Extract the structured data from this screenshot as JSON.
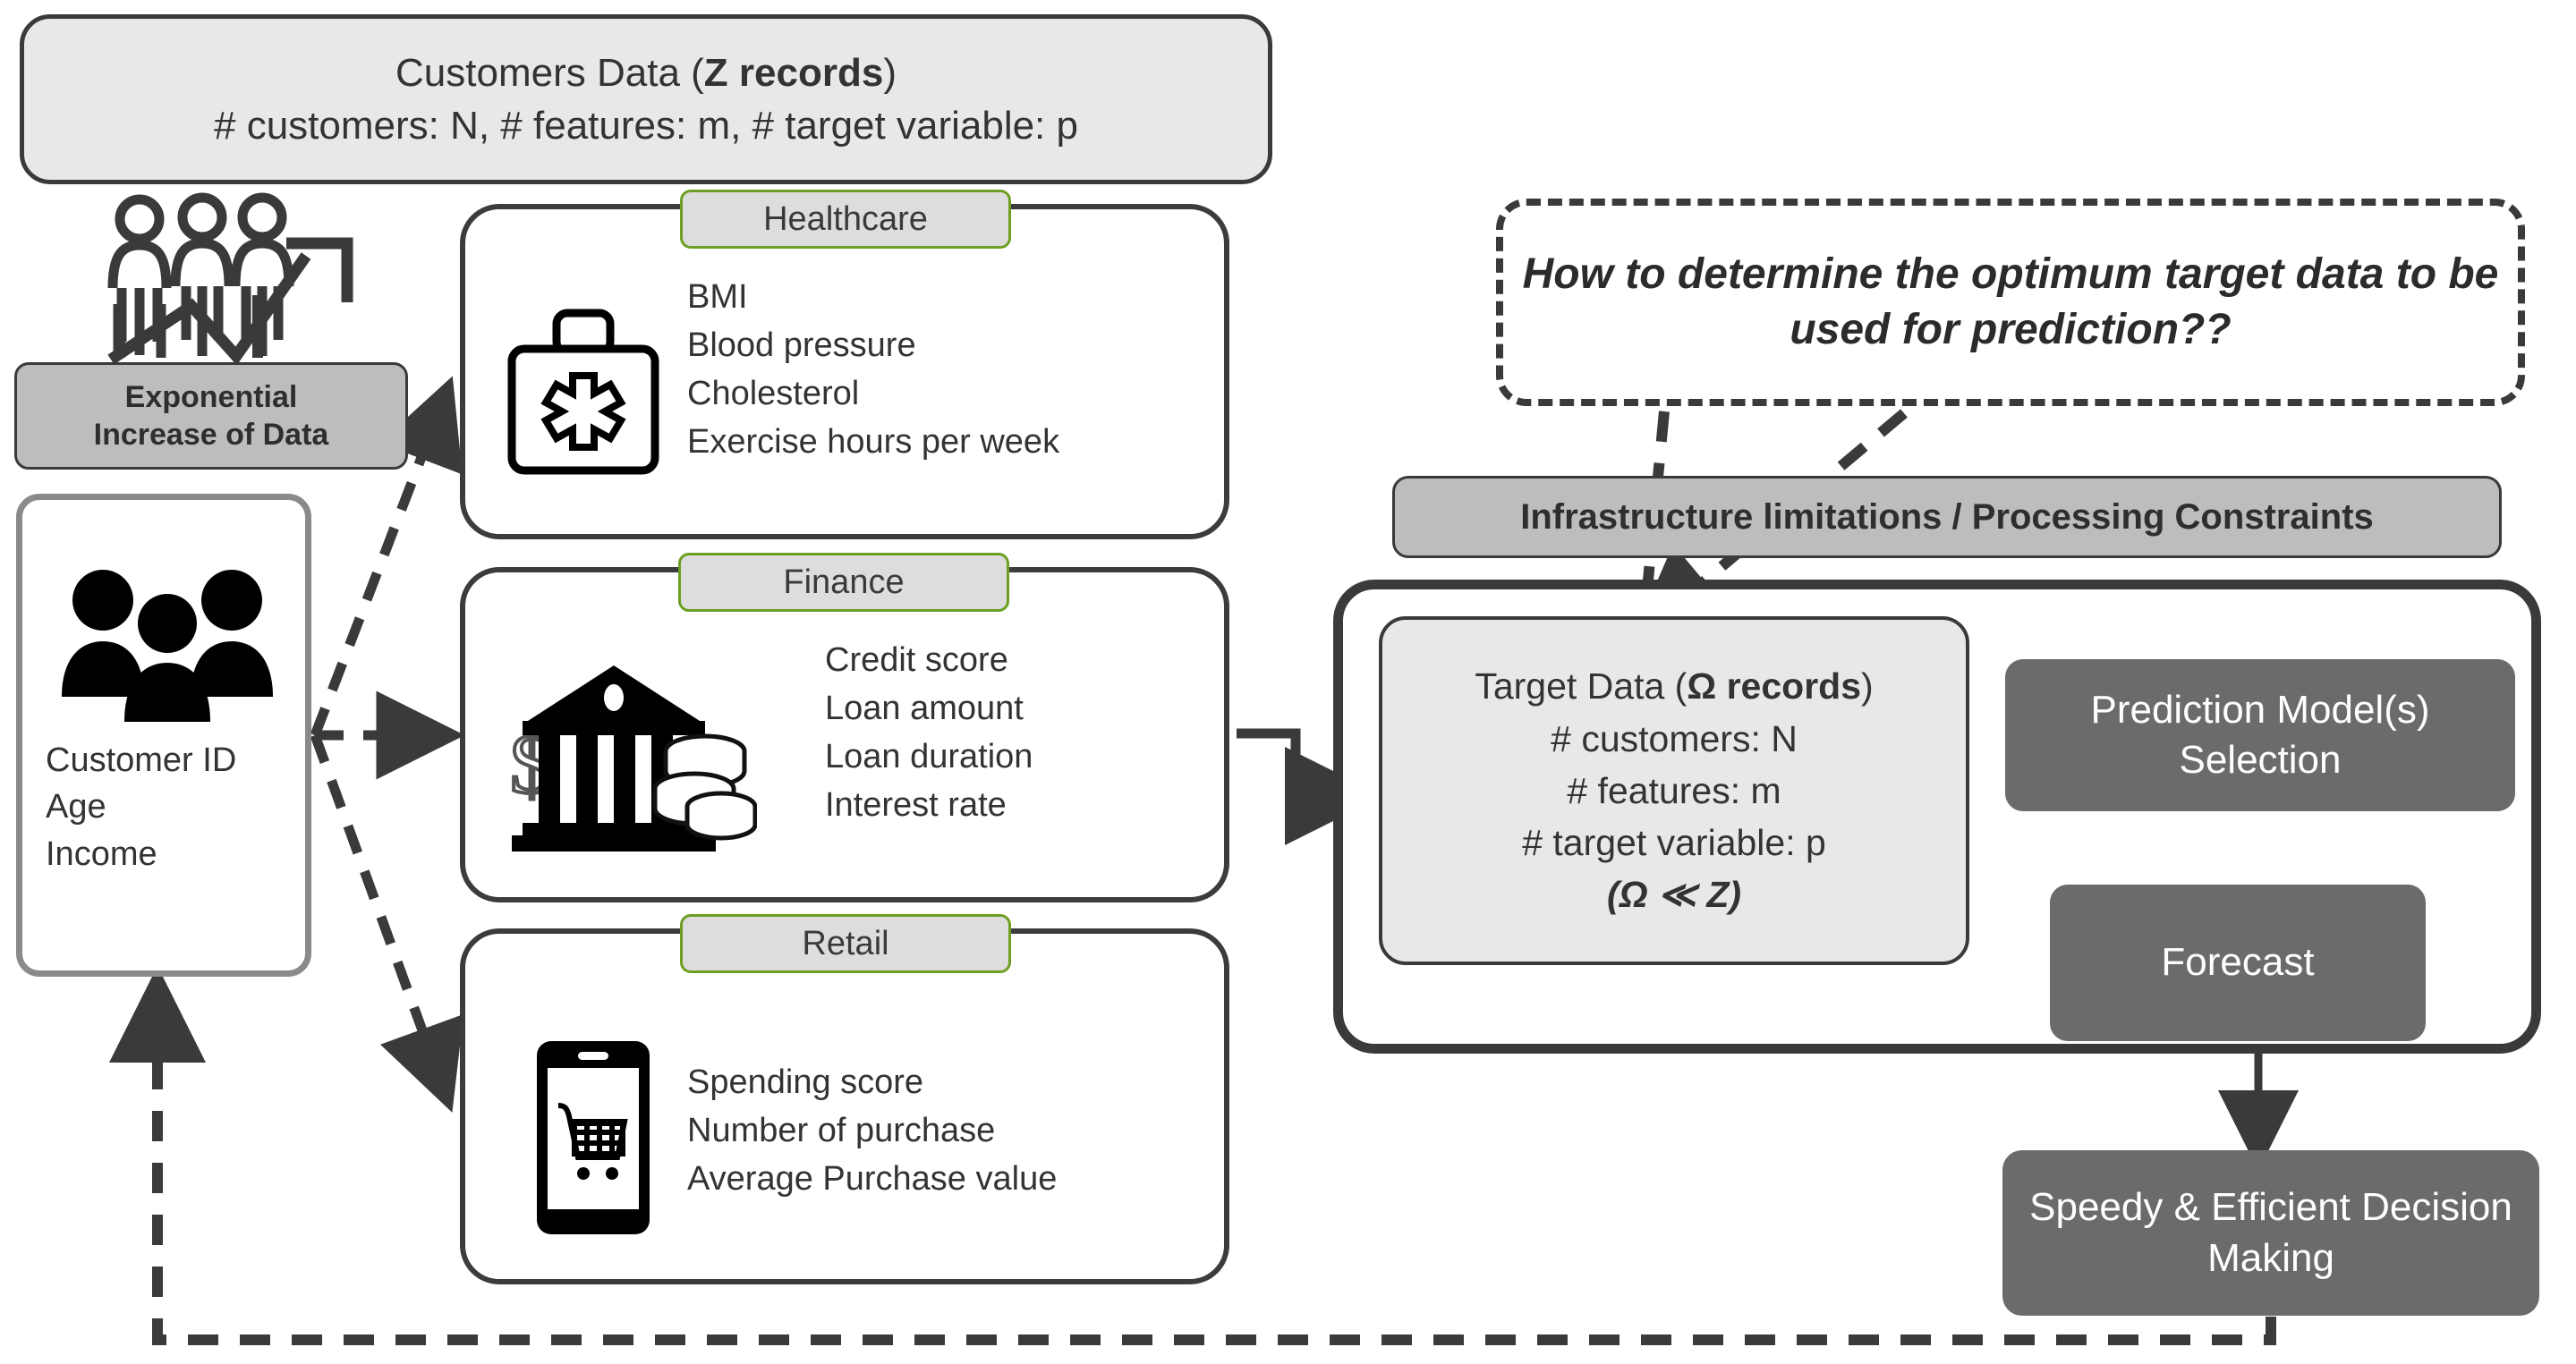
{
  "header": {
    "title_prefix": "Customers Data (",
    "title_bold": "Z records",
    "title_suffix": ")",
    "subtitle": "# customers: N, # features: m, # target variable: p"
  },
  "left": {
    "exponential_badge": {
      "line1": "Exponential",
      "line2": "Increase of Data"
    },
    "exponential_icon": "people-growth-arrow-icon",
    "customer_card": {
      "icon": "people-group-icon",
      "fields": [
        "Customer ID",
        "Age",
        "Income"
      ]
    }
  },
  "sectors": [
    {
      "id": "healthcare",
      "label": "Healthcare",
      "icon": "medical-briefcase-icon",
      "items": [
        "BMI",
        "Blood pressure",
        "Cholesterol",
        "Exercise hours per week"
      ]
    },
    {
      "id": "finance",
      "label": "Finance",
      "icon": "bank-coins-dollar-icon",
      "items": [
        "Credit score",
        "Loan amount",
        "Loan duration",
        "Interest rate"
      ]
    },
    {
      "id": "retail",
      "label": "Retail",
      "icon": "smartphone-shopping-cart-icon",
      "items": [
        "Spending score",
        "Number of purchase",
        "Average Purchase value"
      ]
    }
  ],
  "right": {
    "question": "How to determine the optimum target data to be used for prediction??",
    "infrastructure_bar": "Infrastructure limitations / Processing Constraints",
    "target_data": {
      "title_prefix": "Target Data (",
      "title_bold": "Ω records",
      "title_suffix": ")",
      "lines": [
        "# customers: N",
        "# features: m",
        "# target variable: p"
      ],
      "relation": "(Ω ≪ Z)"
    },
    "prediction_model": "Prediction Model(s) Selection",
    "forecast": "Forecast",
    "decision": "Speedy & Efficient Decision Making"
  },
  "colors": {
    "accent_green": "#6d9f22",
    "dark_fill": "#6b6b6b",
    "light_fill": "#e8e8e8",
    "gray_bar": "#bdbdbd",
    "stroke": "#3a3a3a",
    "card_border": "#8a8a8a"
  }
}
